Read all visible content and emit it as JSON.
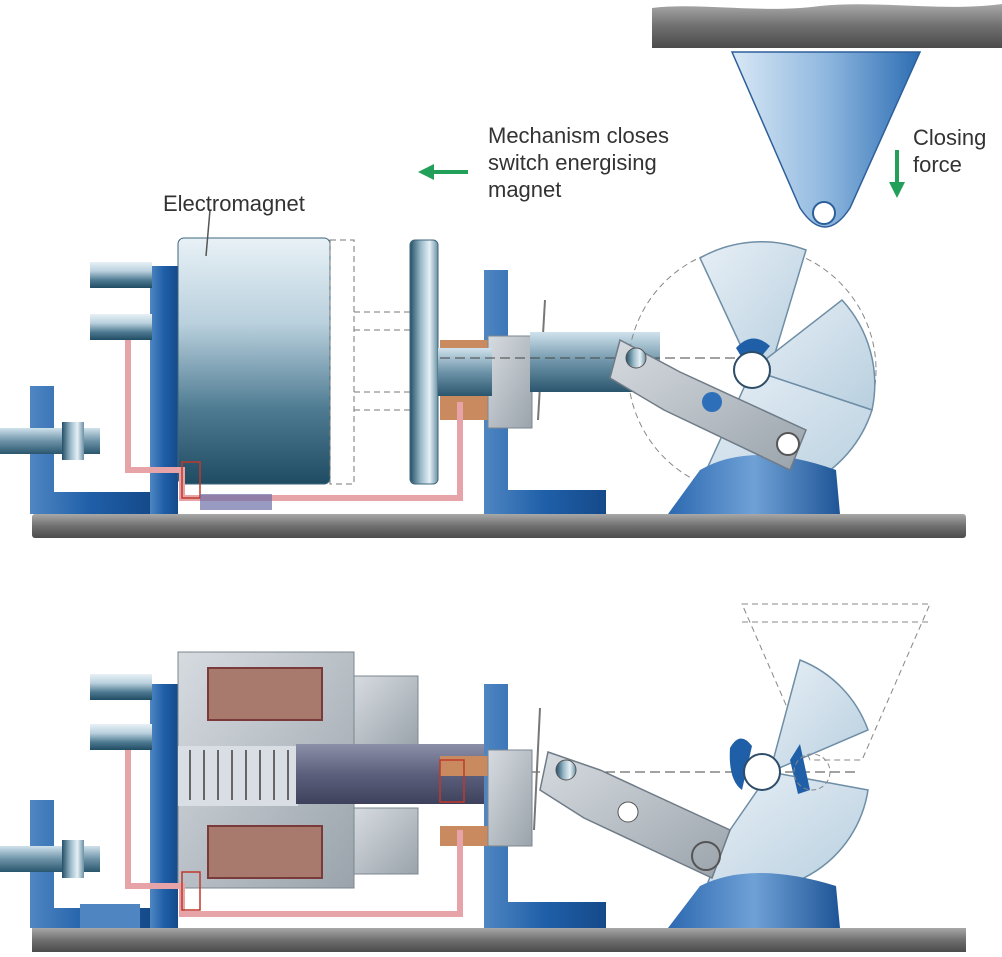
{
  "labels": {
    "electromagnet": "Electromagnet",
    "mechanism_line1": "Mechanism closes",
    "mechanism_line2": "switch energising",
    "mechanism_line3": "magnet",
    "closing_force_line1": "Closing",
    "closing_force_line2": "force"
  },
  "colors": {
    "frame_blue": "#1f5fa8",
    "light_blue": "#9fc4e6",
    "steel_dark": "#2e5f78",
    "steel_light": "#d7e6ee",
    "base_grey": "#6e6e6e",
    "wire_pink": "#e6a3a8",
    "arrow_green": "#22a05a",
    "coil_brown": "#a87a6e"
  },
  "icons": {
    "left_arrow": "arrow-left-icon",
    "down_arrow": "arrow-down-icon"
  }
}
